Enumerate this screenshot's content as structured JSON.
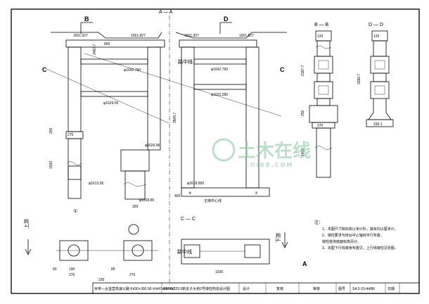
{
  "sections": {
    "a": "A — A",
    "b_mark": "B",
    "d_mark": "D",
    "c_mark": "C",
    "bb": "B — B",
    "dd": "D — D",
    "cc": "C — C",
    "a_mark": "A"
  },
  "elevations": {
    "e1": "1651.927",
    "e2": "1651.927",
    "e3": "1651.827",
    "e4": "1651.827",
    "e5": "φ1642.790",
    "e6": "φ1642.790",
    "e7": "φ1631.280",
    "e8": "φ1629.05",
    "e9": "φ1626.96",
    "e10": "φ1613.95",
    "e11": "φ1618.950",
    "e12": "φ1609.85"
  },
  "dims": {
    "d800": "800",
    "d270": "270",
    "d200": "200",
    "d1500": "1500",
    "d150": "150",
    "d2487": "2487.7",
    "d3505": "3505.7",
    "d400": "400",
    "d120": "120",
    "d2187": "2187.7",
    "d250": "250",
    "d1600": "1600",
    "d3380": "3380.7",
    "d230": "230.1",
    "d1020": "1020",
    "d60": "60",
    "d190": "190",
    "d85": "85",
    "d230b": "230"
  },
  "labels": {
    "road_center": "路中线",
    "road_center2": "路中线",
    "pier_center": "主墩中心线",
    "upstream": "上游",
    "downstream": "下游",
    "circle1": "①",
    "circle3": "③",
    "circle4": "④"
  },
  "notes": {
    "title": "注：",
    "items": [
      "1、本图尺寸除标高以米计外，其余均以厘米计。",
      "2、墩柱要求与桥台中心轴线平行布置，",
      "   墩柱桩体底面标高另计。",
      "3、本图下行线墩身布置见，上行线墩柱见另图。"
    ]
  },
  "watermark": {
    "main": "土木在线",
    "sub": "COIBB.COM"
  },
  "titleblock": {
    "project": "米亭—太堡营高速公路 K430+300.00~K447+357.50",
    "drawing": "K444+229.5新关子大桥2号墩柱构造设计图",
    "design": "设计",
    "review": "复核",
    "approve": "审核",
    "sheet_no_label": "图号",
    "sheet_no": "S4-3-10-44/86",
    "date": "日期"
  }
}
